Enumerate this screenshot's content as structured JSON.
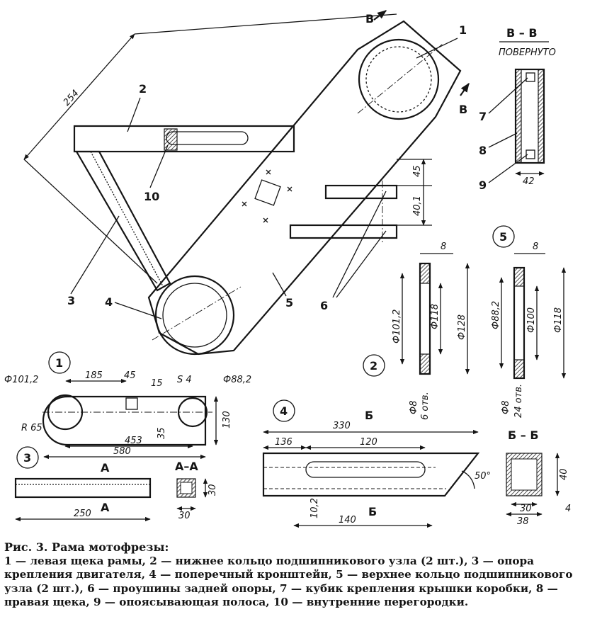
{
  "caption": {
    "title": "Рис. 3. Рама мотофрезы:",
    "text": "1 — левая щека рамы, 2 — нижнее кольцо подшипникового узла (2 шт.), 3 — опора крепления двигателя, 4 — поперечный кронштейн, 5 — верхнее кольцо подшипникового узла (2 шт.), 6 — проушины задней опоры, 7 — кубик крепления крышки коробки, 8 — правая щека, 9 — опоясывающая полоса, 10 — внутренние перегородки."
  },
  "main_view": {
    "dims": {
      "d254": "254",
      "d45": "45",
      "d40": "40,1"
    },
    "leaders": [
      "1",
      "2",
      "3",
      "4",
      "5",
      "6",
      "10"
    ],
    "section_mark": "В"
  },
  "section_vv": {
    "title": "В – В",
    "subtitle": "ПОВЕРНУТО",
    "leaders": [
      "7",
      "8",
      "9"
    ],
    "width": "42"
  },
  "ring_lower": {
    "number": "2",
    "thickness": "8",
    "d_bolt": "Ф101,2",
    "d_inner": "Ф118",
    "d_outer": "Ф128",
    "holes": "Ф8",
    "holes_count": "6 отв."
  },
  "ring_upper": {
    "number": "5",
    "thickness": "8",
    "d_bolt": "Ф88,2",
    "d_inner": "Ф100",
    "d_outer": "Ф118",
    "holes": "Ф8",
    "holes_count": "24 отв."
  },
  "part1": {
    "number": "1",
    "d_left": "Ф101,2",
    "d185": "185",
    "d45": "45",
    "d15": "15",
    "s4": "S 4",
    "d_right": "Ф88,2",
    "d35": "35",
    "d130": "130",
    "r65": "R 65",
    "d453": "453",
    "d580": "580"
  },
  "part3": {
    "number": "3",
    "length": "250",
    "section": "А"
  },
  "section_aa": {
    "title": "А–А",
    "height": "30",
    "width": "30"
  },
  "part4": {
    "number": "4",
    "d330": "330",
    "d136": "136",
    "d120": "120",
    "d10": "10,2",
    "d140": "140",
    "angle": "50°",
    "section": "Б"
  },
  "section_bb": {
    "title": "Б – Б",
    "height": "40",
    "inner": "30",
    "width": "38",
    "thickness": "4"
  }
}
